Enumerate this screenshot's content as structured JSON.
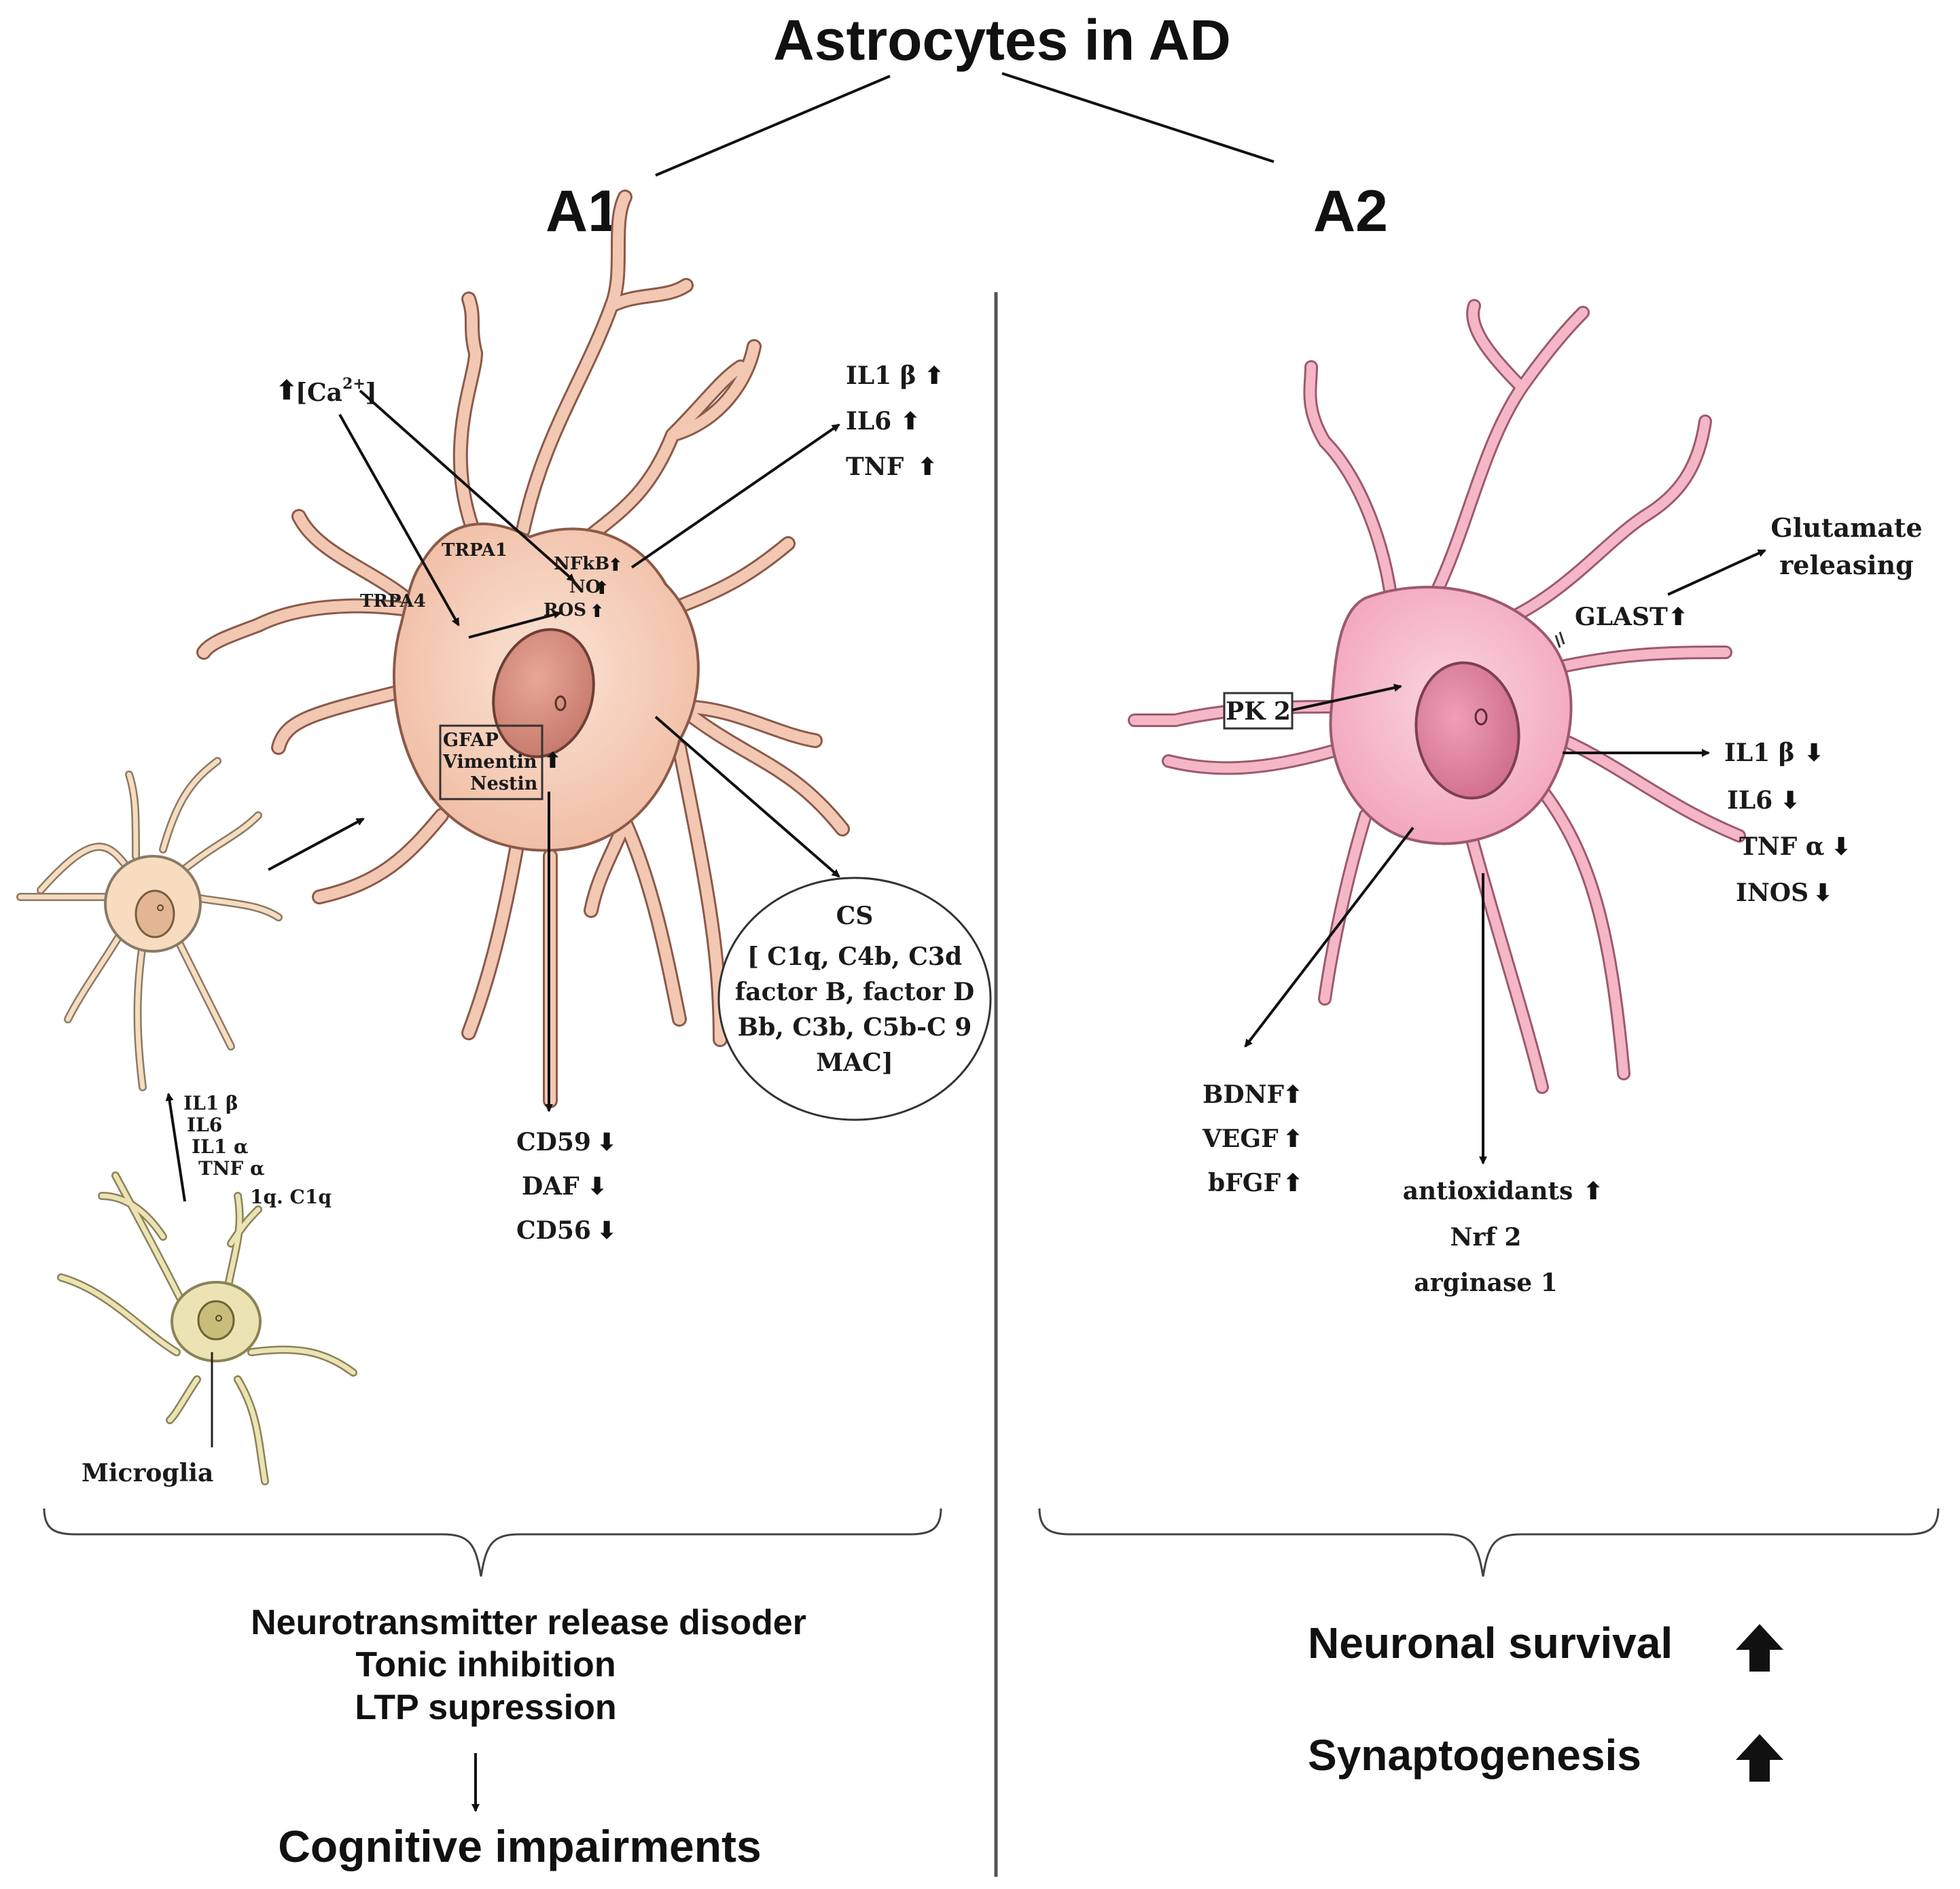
{
  "title": "Astrocytes in AD",
  "left": {
    "heading": "A1",
    "calcium": "[Ca",
    "calcium_sup": "2+",
    "calcium_close": "]",
    "trpa1": "TRPA1",
    "trpa4": "TRPA4",
    "inner_markers": [
      "NFkB",
      "NO",
      "ROS"
    ],
    "cytokines_up": [
      "IL1 β",
      "IL6",
      "TNF"
    ],
    "box_markers": [
      "GFAP",
      "Vimentin",
      "Nestin"
    ],
    "down_markers": [
      "CD59",
      "DAF",
      "CD56"
    ],
    "complement": [
      "CS",
      "[ C1q, C4b, C3d",
      "factor B, factor D",
      "Bb, C3b, C5b-C 9",
      "MAC]"
    ],
    "microglia_signals": [
      "IL1 β",
      "IL6",
      "IL1 α",
      "TNF α",
      "1q. C1q"
    ],
    "microglia_label": "Microglia",
    "outcomes": [
      "Neurotransmitter release disoder",
      "Tonic inhibition",
      "LTP supression"
    ],
    "final": "Cognitive impairments"
  },
  "right": {
    "heading": "A2",
    "glutamate": [
      "Glutamate",
      "releasing"
    ],
    "glast": "GLAST",
    "pk2": "PK 2",
    "cytokines_down": [
      "IL1 β",
      "IL6",
      "TNF α",
      "INOS"
    ],
    "growth_factors": [
      "BDNF",
      "VEGF",
      "bFGF"
    ],
    "protective": [
      "antioxidants",
      "Nrf 2",
      "arginase 1"
    ],
    "outcomes": [
      "Neuronal survival",
      "Synaptogenesis"
    ]
  },
  "colors": {
    "a1_cell": "#f6cdb6",
    "a1_outline": "#8a5a4a",
    "a2_cell": "#f5b6c8",
    "a2_outline": "#9c5a6e",
    "reactive_cell": "#f7dcc0",
    "microglia_cell": "#ece3b4",
    "microglia_outline": "#8a8358"
  }
}
